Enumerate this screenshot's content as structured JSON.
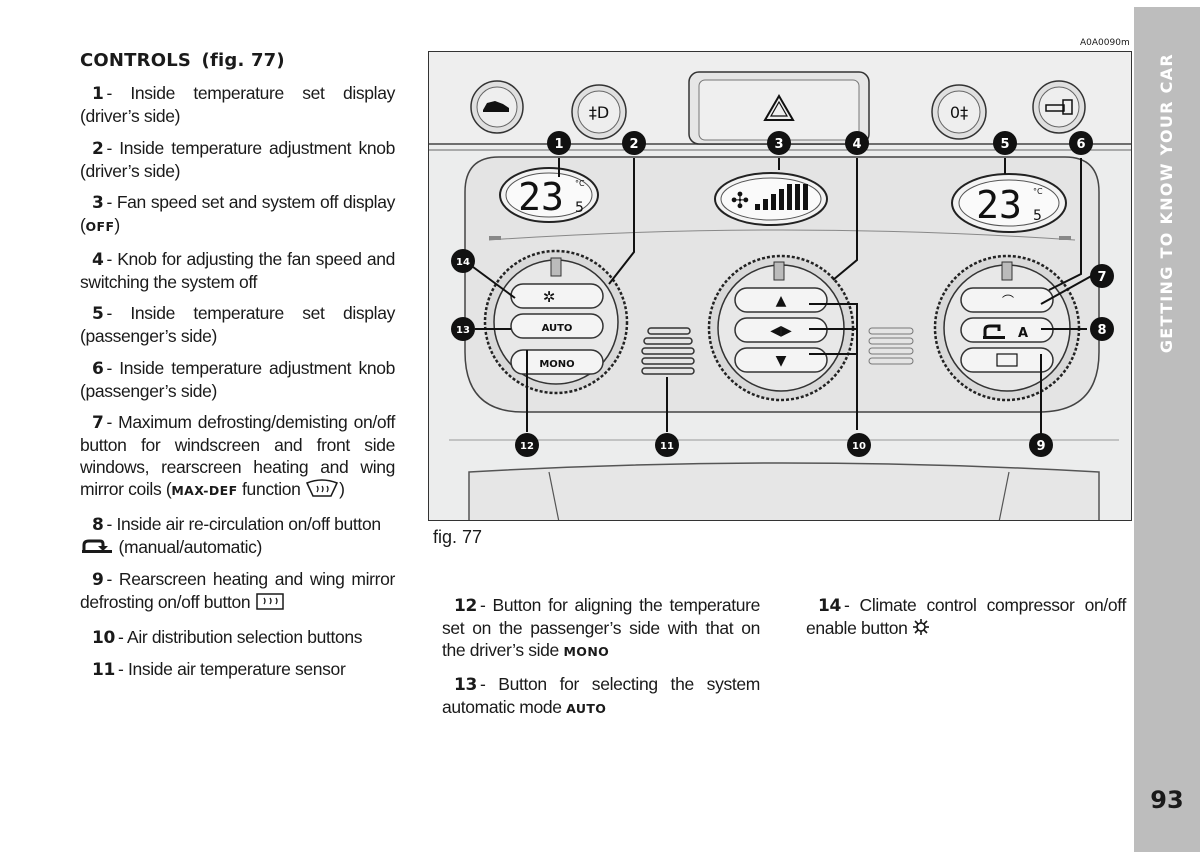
{
  "heading": {
    "title": "CONTROLS",
    "fig_ref": "(fig. 77)"
  },
  "items_left": [
    {
      "num": "1",
      "text": "- Inside temperature set display (driver’s side)"
    },
    {
      "num": "2",
      "text": "- Inside temperature adjustment knob (driver’s side)"
    },
    {
      "num": "3",
      "text": "- Fan speed set and system off display (",
      "kw": "OFF",
      "tail": ")"
    },
    {
      "num": "4",
      "text": "- Knob for adjusting the fan speed and switching the system off"
    },
    {
      "num": "5",
      "text": "- Inside temperature set display (passenger’s side)"
    },
    {
      "num": "6",
      "text": "- Inside temperature adjustment knob (passenger’s side)"
    },
    {
      "num": "7",
      "text": "- Maximum defrosting/demisting on/off button for windscreen and front side windows, rearscreen heating and wing mirror coils (",
      "kw": "MAX-DEF",
      "tail": " function",
      "icon": "windscreen-defrost-icon",
      "tail2": ")"
    },
    {
      "num": "8",
      "text": "- Inside air re-circulation on/off button",
      "icon": "recirculation-icon",
      "tail": " (manual/automatic)"
    },
    {
      "num": "9",
      "text": "- Rearscreen heating and wing mirror defrosting on/off button",
      "icon": "rear-defrost-icon"
    },
    {
      "num": "10",
      "text": "- Air distribution selection buttons"
    },
    {
      "num": "11",
      "text": "- Inside air temperature sensor"
    }
  ],
  "items_mid": [
    {
      "num": "12",
      "text": "- Button for aligning the temperature set on the passenger’s side with that on the driver’s side",
      "kw": "MONO"
    },
    {
      "num": "13",
      "text": "- Button for selecting the system automatic mode",
      "kw": "AUTO"
    }
  ],
  "items_right": [
    {
      "num": "14",
      "text": "- Climate control compressor on/off enable button",
      "icon": "compressor-snowflake-icon"
    }
  ],
  "figure": {
    "code": "A0A0090m",
    "caption": "fig. 77",
    "display_left": {
      "big": "23",
      "unit": "°C",
      "decimal": "5"
    },
    "display_right": {
      "big": "23",
      "unit": "°C",
      "decimal": "5"
    },
    "button_auto": "AUTO",
    "button_mono": "MONO",
    "button_recirc_label": "A",
    "callouts": [
      "1",
      "2",
      "3",
      "4",
      "5",
      "6",
      "7",
      "8",
      "9",
      "10",
      "11",
      "12",
      "13",
      "14"
    ]
  },
  "side_tab": {
    "title": "GETTING TO KNOW YOUR CAR",
    "page_number": "93",
    "color": "#bdbdbd"
  }
}
